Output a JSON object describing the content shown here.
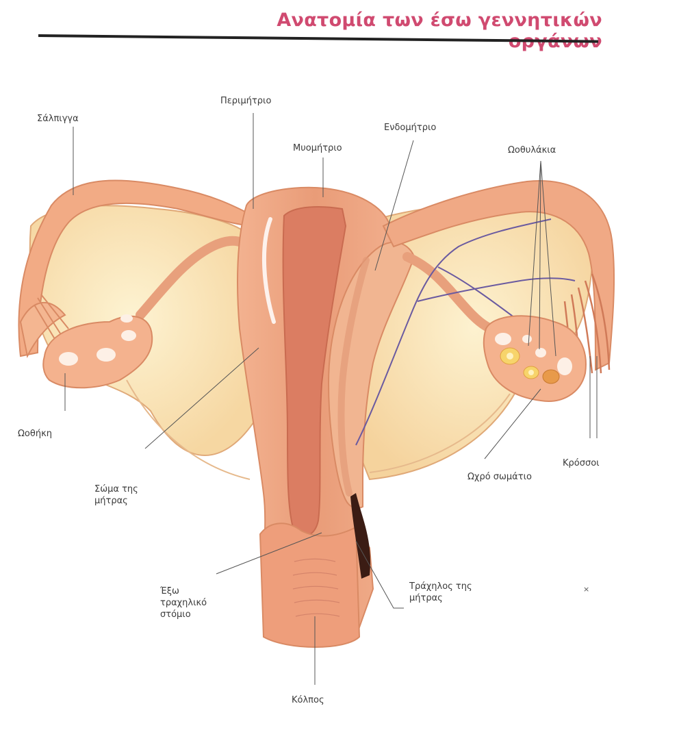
{
  "title": "Ανατομία των έσω γεννητικών οργάνων",
  "labels": {
    "salpinx": "Σάλπιγγα",
    "perimetrium": "Περιμήτριο",
    "endometrium": "Ενδομήτριο",
    "myometrium": "Μυομήτριο",
    "follicles": "Ωοθυλάκια",
    "ovary": "Ωοθήκη",
    "uterine_body_1": "Σώμα της",
    "uterine_body_2": "μήτρας",
    "corpus_luteum": "Ωχρό σωμάτιο",
    "fimbriae": "Κρόσσοι",
    "external_os_1": "Έξω",
    "external_os_2": "τραχηλικό",
    "external_os_3": "στόμιο",
    "cervix_1": "Τράχηλος της",
    "cervix_2": "μήτρας",
    "vagina": "Κόλπος"
  },
  "colors": {
    "title": "#d04a70",
    "tissue_light": "#f9e2b0",
    "tissue_pink": "#f2b08c",
    "tissue_outline": "#d98a64",
    "muscle": "#e0876a",
    "cavity": "#d77055",
    "vessel": "#6a5aa0"
  }
}
